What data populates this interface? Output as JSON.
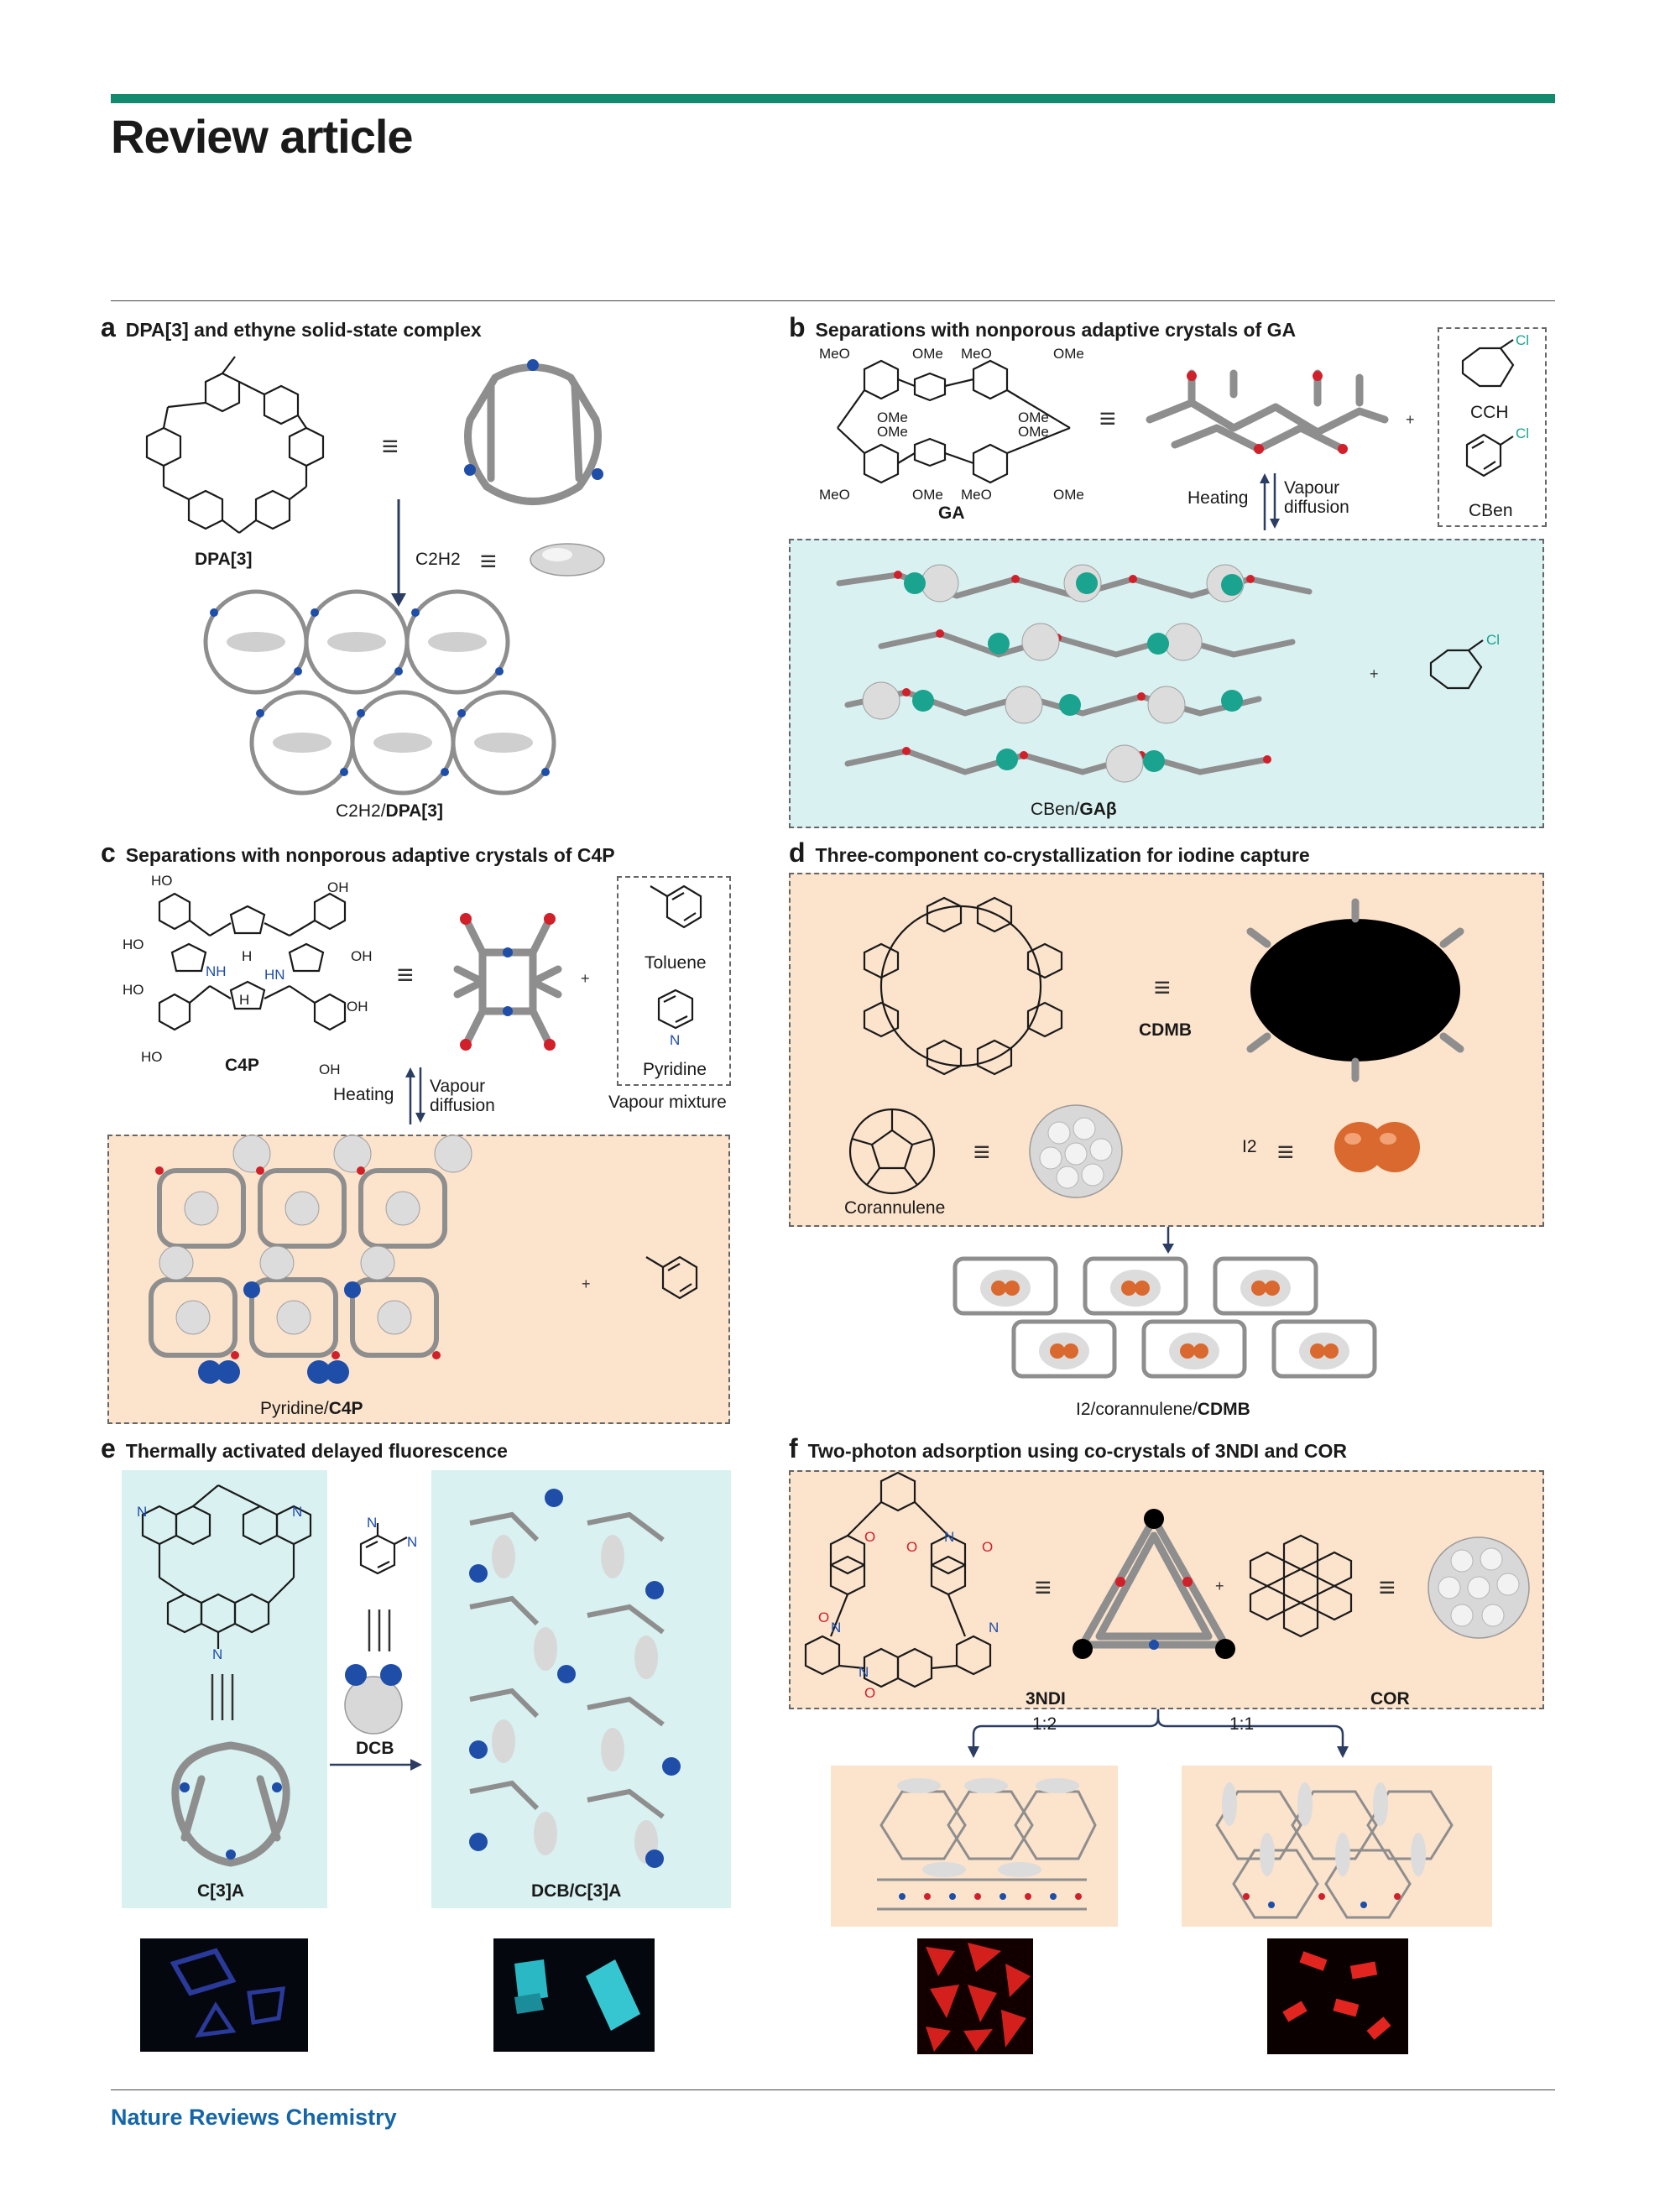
{
  "header": {
    "title": "Review article"
  },
  "footer": {
    "journal": "Nature Reviews Chemistry"
  },
  "panels": {
    "a": {
      "letter": "a",
      "title": "DPA[3] and ethyne solid-state complex",
      "label_dpa": "DPA[3]",
      "label_gas": "C2H2",
      "label_complex_pre": "C2H2/",
      "label_complex_bold": "DPA[3]"
    },
    "b": {
      "letter": "b",
      "title": "Separations with nonporous adaptive crystals of GA",
      "label_ga": "GA",
      "ome": "OMe",
      "meo": "MeO",
      "heating": "Heating",
      "vapour": "Vapour",
      "diffusion": "diffusion",
      "cch": "CCH",
      "cben": "CBen",
      "cl": "Cl",
      "complex_pre": "CBen/",
      "complex_bold": "GAβ",
      "plus": "+"
    },
    "c": {
      "letter": "c",
      "title": "Separations with nonporous adaptive crystals of C4P",
      "label_c4p": "C4P",
      "ho": "HO",
      "oh": "OH",
      "nh": "NH",
      "hn": "HN",
      "h": "H",
      "toluene": "Toluene",
      "pyridine": "Pyridine",
      "n": "N",
      "vapour_mixture": "Vapour mixture",
      "heating": "Heating",
      "vapour": "Vapour",
      "diffusion": "diffusion",
      "complex_pre": "Pyridine/",
      "complex_bold": "C4P",
      "plus": "+"
    },
    "d": {
      "letter": "d",
      "title": "Three-component co-crystallization for iodine capture",
      "cdmb": "CDMB",
      "corannulene": "Corannulene",
      "i2": "I2",
      "complex_pre": "I2/corannulene/",
      "complex_bold": "CDMB"
    },
    "e": {
      "letter": "e",
      "title": "Thermally activated delayed fluorescence",
      "n": "N",
      "dcb": "DCB",
      "c3a": "C[3]A",
      "complex": "DCB/C[3]A"
    },
    "f": {
      "letter": "f",
      "title": "Two-photon adsorption using co-crystals of 3NDI and COR",
      "ndi": "3NDI",
      "cor": "COR",
      "ratio_left": "1:2",
      "ratio_right": "1:1",
      "o": "O",
      "n": "N",
      "plus": "+"
    }
  },
  "colors": {
    "accent_bar": "#138a6e",
    "journal_blue": "#1566a8",
    "cyan_bg": "#d9f1f1",
    "peach_bg": "#fce3cc",
    "chlorine": "#1aa38e",
    "nitrogen": "#1f4ea8",
    "oxygen": "#d1202a",
    "iodine": "#d9692e"
  }
}
